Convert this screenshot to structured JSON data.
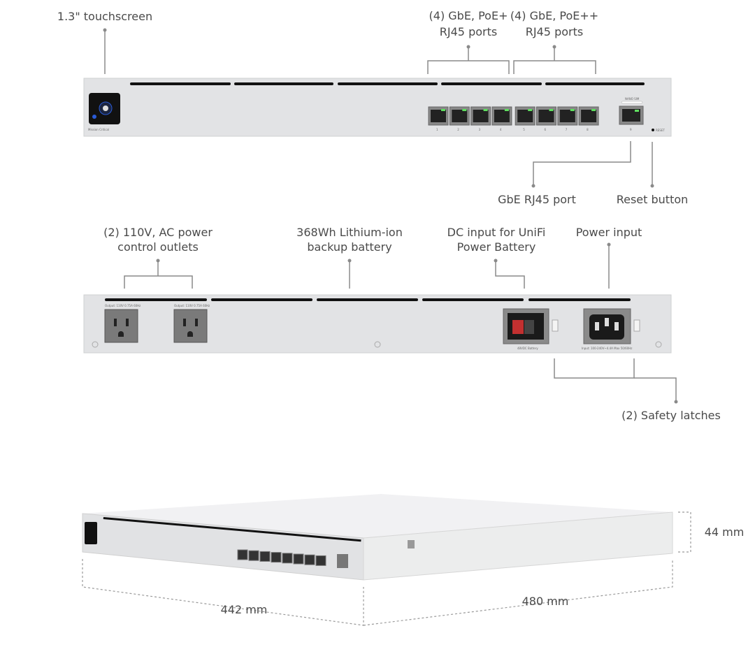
{
  "front": {
    "touchscreen_label": "1.3\" touchscreen",
    "poe_plus_label": [
      "(4) GbE, PoE+",
      "RJ45 ports"
    ],
    "poe_plusplus_label": [
      "(4) GbE, PoE++",
      "RJ45 ports"
    ],
    "gbe_port_label": "GbE RJ45 port",
    "reset_label": "Reset button",
    "brand_text": "Mission Critical",
    "nano_sim_text": "NANO SIM",
    "reset_text": "RESET",
    "port_numbers": [
      "1",
      "2",
      "3",
      "4",
      "5",
      "6",
      "7",
      "8"
    ],
    "port9_number": "9"
  },
  "back": {
    "outlets_label": [
      "(2) 110V, AC power",
      "control outlets"
    ],
    "battery_label": [
      "368Wh Lithium-ion",
      "backup battery"
    ],
    "dc_input_label": [
      "DC input for UniFi",
      "Power Battery"
    ],
    "power_input_label": "Power input",
    "latches_label": "(2) Safety latches",
    "outlet_text": "Output: 110V 0.75A 60Hz",
    "dc_text": "48VDC Battery",
    "ac_text": "Input: 100-240V~4.4A Max 50/60Hz"
  },
  "dimensions": {
    "height": "44 mm",
    "width": "442 mm",
    "depth": "480 mm"
  },
  "colors": {
    "led_green": "#5fe05f",
    "screen_blue": "#2a5bd7",
    "dc_red": "#c23030"
  }
}
